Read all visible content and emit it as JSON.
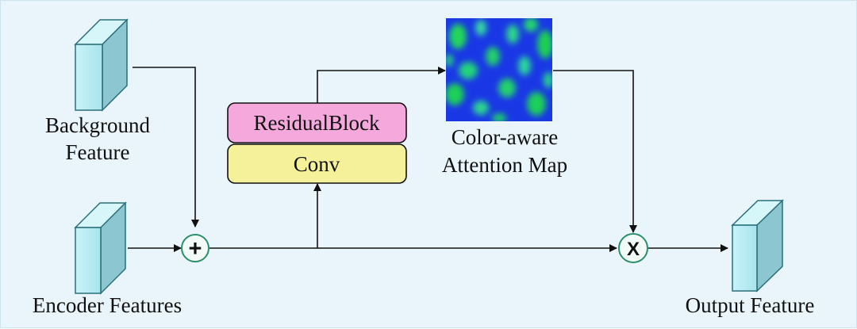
{
  "labels": {
    "background_line1": "Background",
    "background_line2": "Feature",
    "encoder": "Encoder Features",
    "output": "Output Feature",
    "attention_line1": "Color-aware",
    "attention_line2": "Attention Map"
  },
  "blocks": {
    "residual": "ResidualBlock",
    "conv": "Conv"
  },
  "operators": {
    "add": "+",
    "multiply": "X"
  },
  "colors": {
    "cube_front": "#b9eef5",
    "cube_side": "#8fc8d2",
    "residual_fill": "#f4a8dc",
    "conv_fill": "#f5f09a",
    "operator_stroke": "#2a8f6a",
    "attention_blue": "#1538e8",
    "attention_green": "#1fd35a"
  },
  "icons": {
    "add": "circled-plus-icon",
    "multiply": "circled-times-icon",
    "feature": "feature-cube-icon",
    "attention": "attention-heatmap-icon"
  }
}
